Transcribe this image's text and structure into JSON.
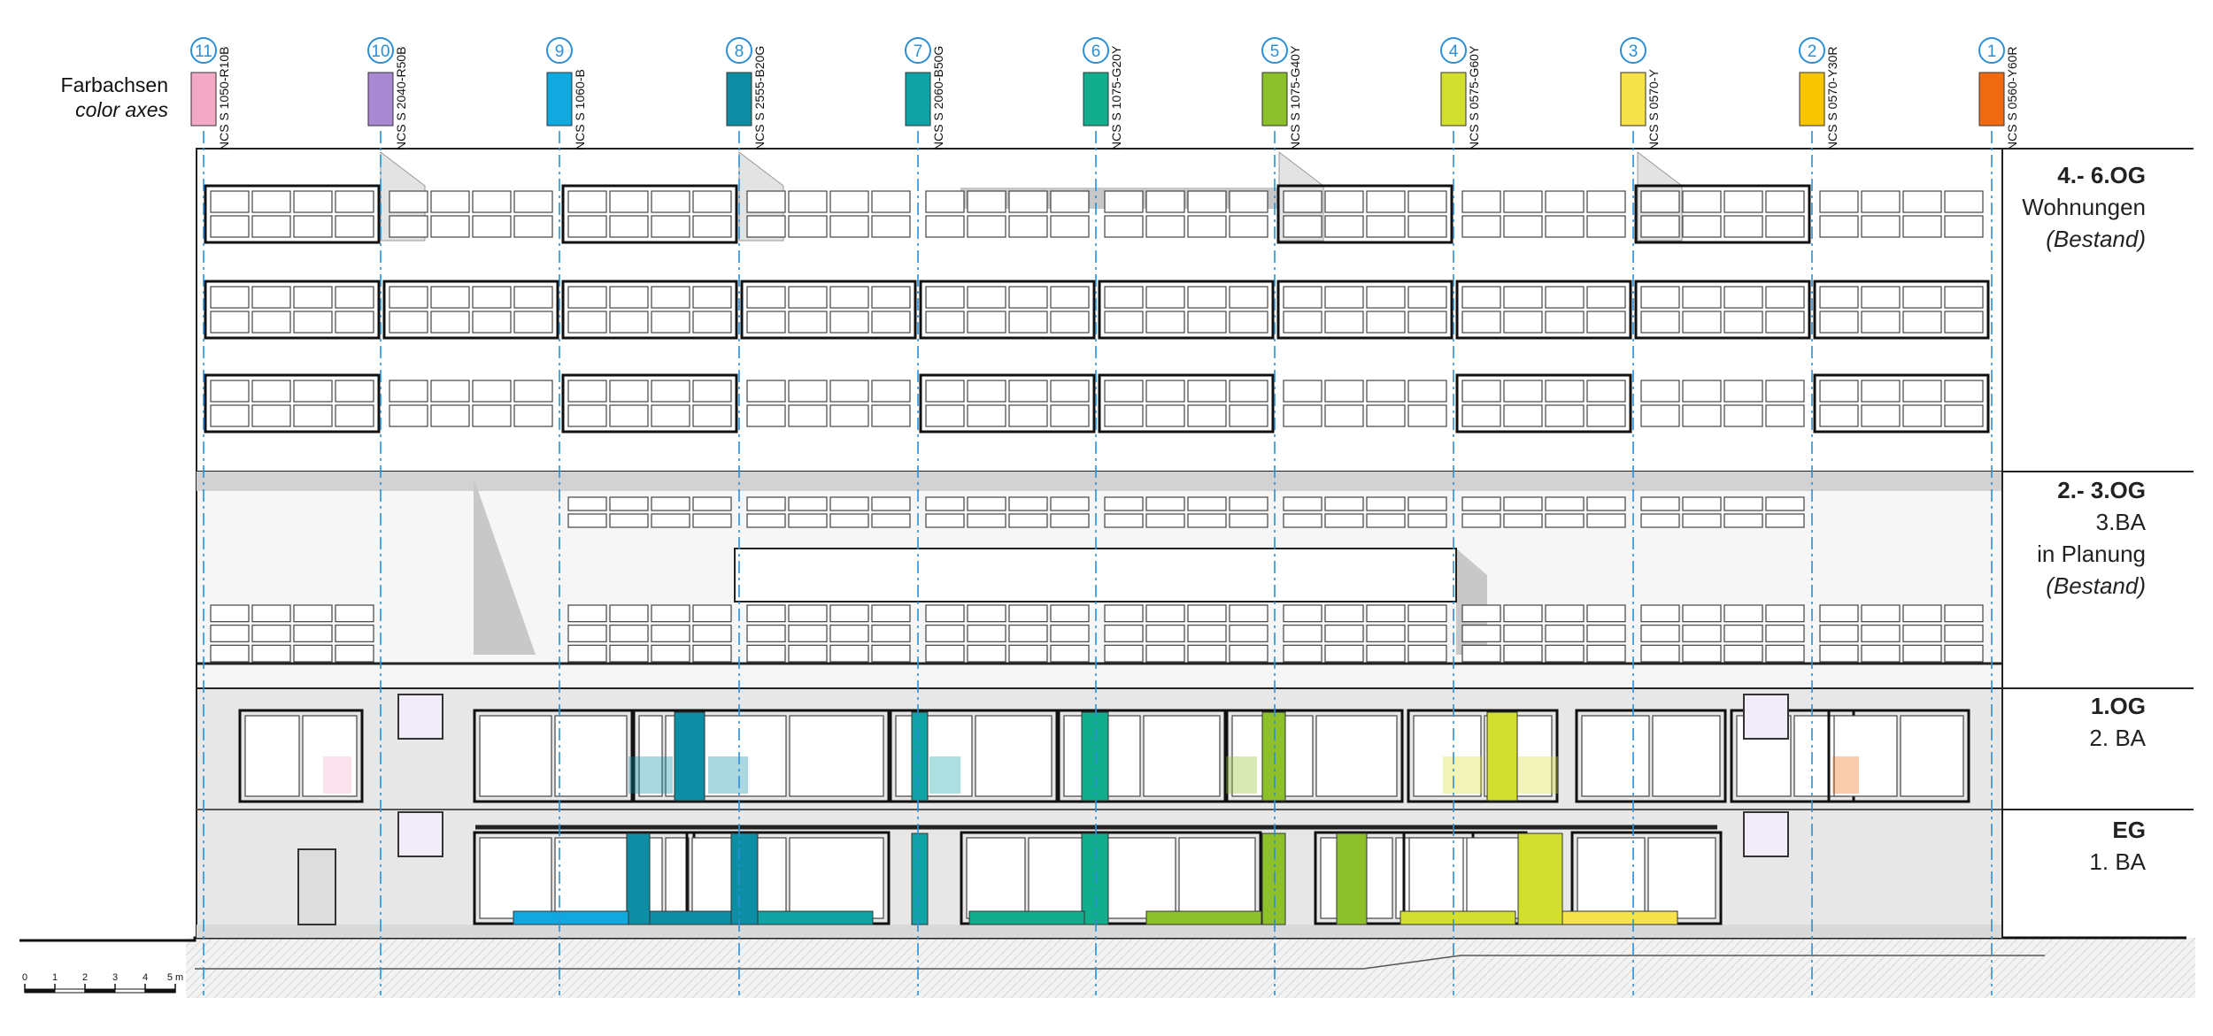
{
  "legend": {
    "title": "Farbachsen",
    "subtitle": "color axes"
  },
  "axes": [
    {
      "num": "11",
      "code": "NCS S 1050-R10B",
      "color": "#f3a8c6"
    },
    {
      "num": "10",
      "code": "NCS S 2040-R50B",
      "color": "#a98ad2"
    },
    {
      "num": "9",
      "code": "NCS S 1060-B",
      "color": "#11a8e0"
    },
    {
      "num": "8",
      "code": "NCS S 2555-B20G",
      "color": "#0d8ea5"
    },
    {
      "num": "7",
      "code": "NCS S 2060-B50G",
      "color": "#0fa3a6"
    },
    {
      "num": "6",
      "code": "NCS S 1075-G20Y",
      "color": "#12ad8c"
    },
    {
      "num": "5",
      "code": "NCS S 1075-G40Y",
      "color": "#8ec02c"
    },
    {
      "num": "4",
      "code": "NCS S 0575-G60Y",
      "color": "#d3df2e"
    },
    {
      "num": "3",
      "code": "NCS S 0570-Y",
      "color": "#f6e24a"
    },
    {
      "num": "2",
      "code": "NCS S 0570-Y30R",
      "color": "#f8c500"
    },
    {
      "num": "1",
      "code": "NCS S 0560-Y60R",
      "color": "#f06a12"
    }
  ],
  "levels": [
    {
      "title": "4.- 6.OG",
      "lines": [
        "Wohnungen",
        "(Bestand)"
      ]
    },
    {
      "title": "2.- 3.OG",
      "lines": [
        "3.BA",
        "in Planung",
        "(Bestand)"
      ]
    },
    {
      "title": "1.OG",
      "lines": [
        "2. BA"
      ]
    },
    {
      "title": "EG",
      "lines": [
        "1. BA"
      ]
    }
  ],
  "scale_bar": {
    "ticks": [
      "0",
      "1",
      "2",
      "3",
      "4",
      "5 m"
    ]
  },
  "palette": {
    "axis_line": "#2b8fd6",
    "line": "#1a1a1a",
    "shade": "#c7c7c7",
    "wall_light": "#e9e9e9"
  }
}
